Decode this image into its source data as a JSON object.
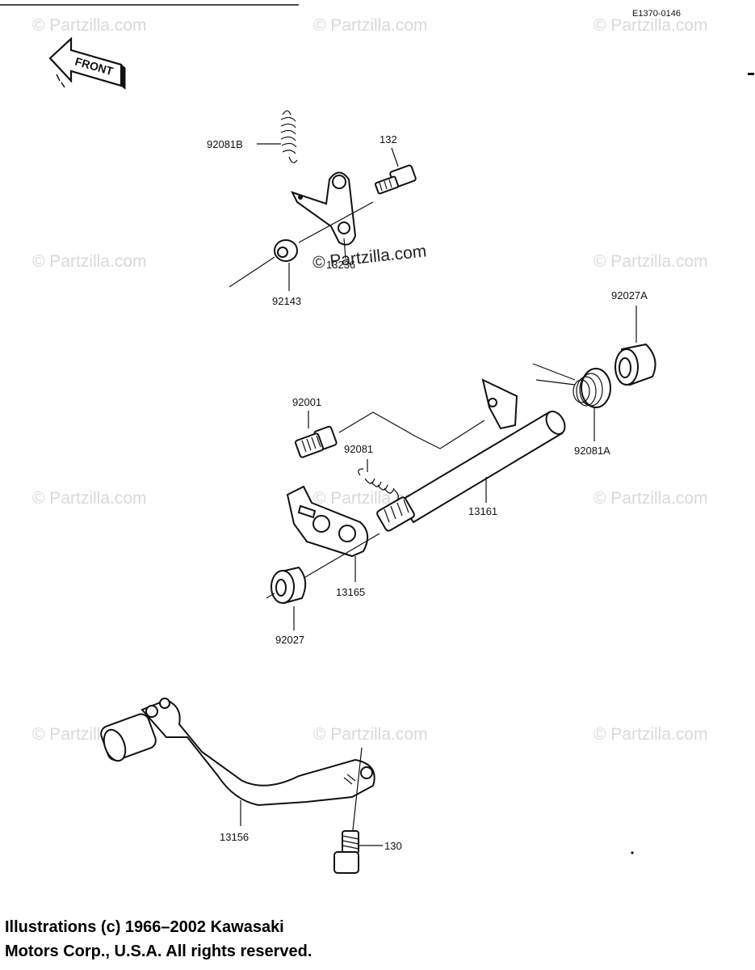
{
  "header": {
    "code": "E1370-0146",
    "front_label": "FRONT"
  },
  "watermark": {
    "text": "© Partzilla.com",
    "center_text": "© Partzilla.com"
  },
  "parts": [
    {
      "number": "92081B"
    },
    {
      "number": "132"
    },
    {
      "number": "13236"
    },
    {
      "number": "92143"
    },
    {
      "number": "92027A"
    },
    {
      "number": "92001"
    },
    {
      "number": "92081"
    },
    {
      "number": "92081A"
    },
    {
      "number": "13161"
    },
    {
      "number": "13165"
    },
    {
      "number": "92027"
    },
    {
      "number": "13156"
    },
    {
      "number": "130"
    }
  ],
  "footer": {
    "line1": "Illustrations (c) 1966–2002 Kawasaki",
    "line2": "Motors Corp., U.S.A.  All rights reserved."
  }
}
